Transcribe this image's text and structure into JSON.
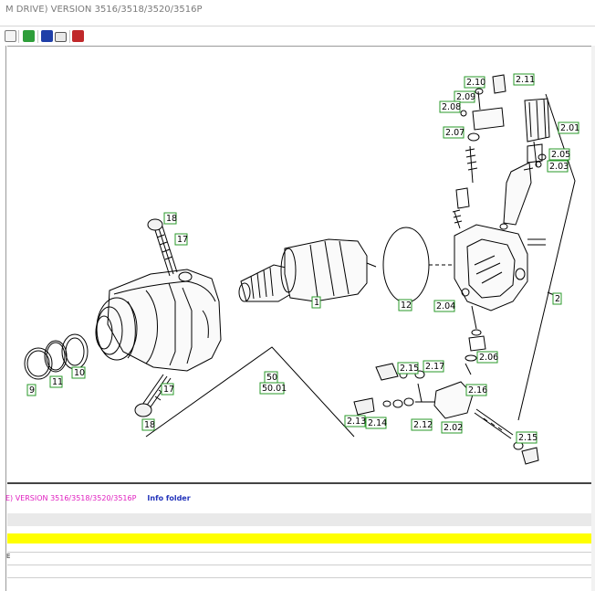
{
  "window": {
    "title": "M DRIVE)  VERSION 3516/3518/3520/3516P"
  },
  "toolbar": {
    "icons": [
      "print-icon",
      "refresh-icon",
      "grid-icon",
      "eraser-icon",
      "export-icon"
    ]
  },
  "callouts": {
    "c_2_10": "2.10",
    "c_2_11": "2.11",
    "c_2_09": "2.09",
    "c_2_08": "2.08",
    "c_2_01": "2.01",
    "c_2_07": "2.07",
    "c_2_05": "2.05",
    "c_2_03": "2.03",
    "c_18a": "18",
    "c_17a": "17",
    "c_1": "1",
    "c_12": "12",
    "c_2_04": "2.04",
    "c_2": "2",
    "c_2_06": "2.06",
    "c_9": "9",
    "c_11": "11",
    "c_10": "10",
    "c_50": "50",
    "c_50_01": "50.01",
    "c_17b": "17",
    "c_2_15a": "2.15",
    "c_2_17": "2.17",
    "c_2_16": "2.16",
    "c_2_13": "2.13",
    "c_2_14": "2.14",
    "c_2_12": "2.12",
    "c_2_02": "2.02",
    "c_18b": "18",
    "c_2_15b": "2.15"
  },
  "footer": {
    "version": "E)  VERSION 3516/3518/3520/3516P",
    "info": "Info folder",
    "row_marker": "E"
  },
  "colors": {
    "callout_border": "#2a9a2a",
    "footer_version": "#e020c0",
    "footer_info": "#2233bb",
    "highlight_row": "#ffff00"
  }
}
